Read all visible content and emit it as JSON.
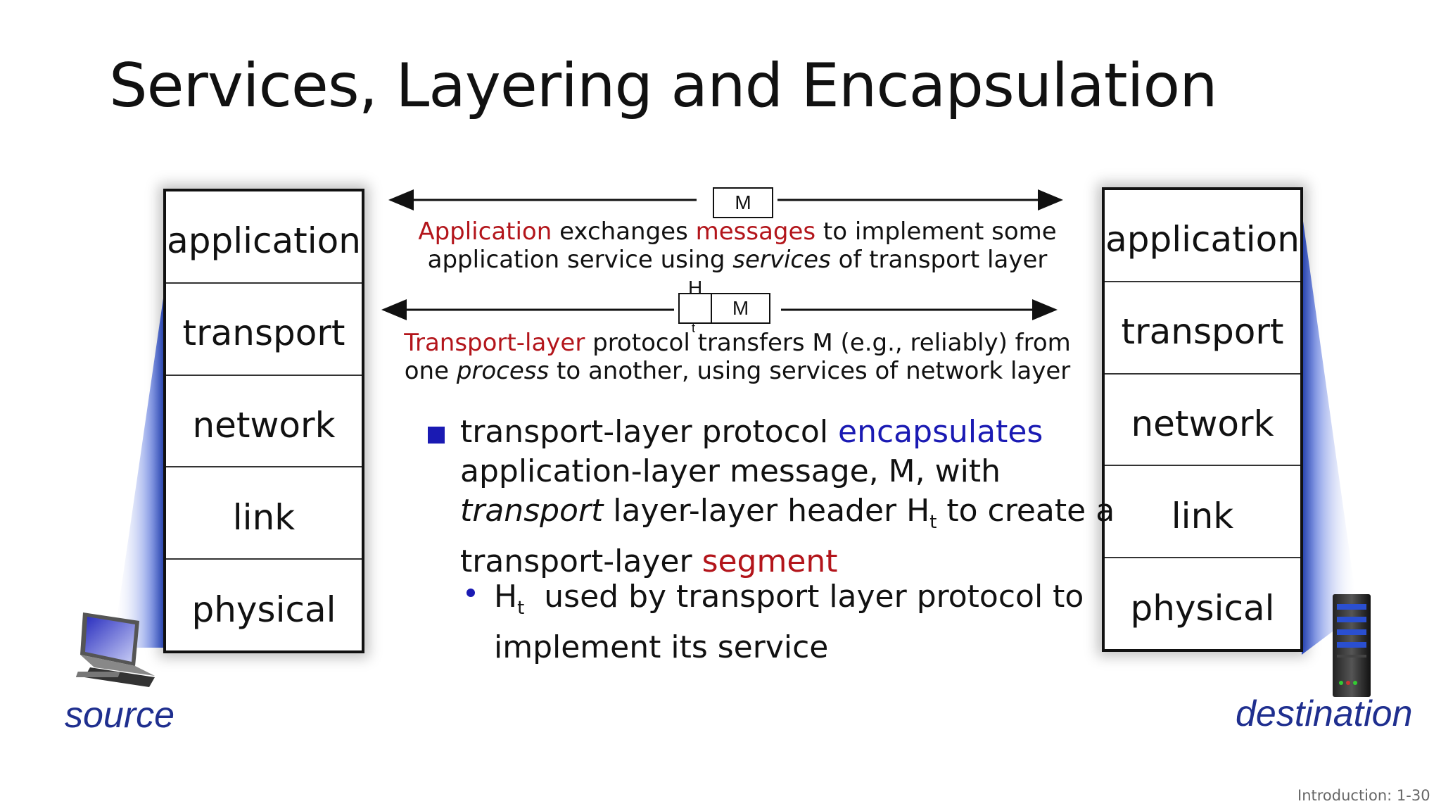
{
  "title": "Services, Layering and Encapsulation",
  "source_stack": [
    "application",
    "transport",
    "network",
    "link",
    "physical"
  ],
  "dest_stack": [
    "application",
    "transport",
    "network",
    "link",
    "physical"
  ],
  "source_label": "source",
  "destination_label": "destination",
  "app_message": {
    "box": "M",
    "caption_line1": {
      "w1": "Application",
      "w2": " exchanges ",
      "w3": "messages",
      "w4": " to implement some"
    },
    "caption_line2": {
      "a": "application service using ",
      "b": "services",
      "c": " of transport layer"
    }
  },
  "transport_message": {
    "header": "H",
    "header_sub": "t",
    "box": "M",
    "caption_line1": {
      "w1": "Transport-layer",
      "w2": " protocol transfers M (e.g., reliably) from"
    },
    "caption_line2": {
      "a": "one ",
      "b": "process",
      "c": " to another, using services of network layer"
    }
  },
  "bullet1": {
    "l1a": "transport-layer protocol ",
    "l1b": "encapsulates",
    "l2": "application-layer message, M, with",
    "l3a": "transport",
    "l3b": " layer-layer header H",
    "l3sub": "t",
    "l3c": " to create a",
    "l4a": "transport-layer ",
    "l4b": "segment"
  },
  "bullet2": {
    "l1a": "H",
    "l1sub": "t",
    "l1b": "  used by transport layer protocol to",
    "l2": "implement its service"
  },
  "footer": "Introduction: 1-30",
  "colors": {
    "accent_red": "#b3151b",
    "accent_blue": "#1a1ab3",
    "bullet_square": "#1a1ab3"
  }
}
